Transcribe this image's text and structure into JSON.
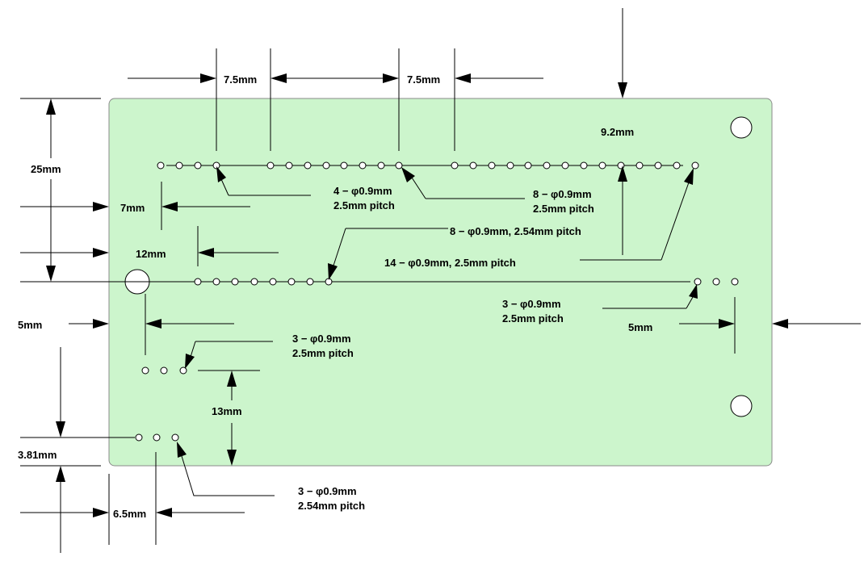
{
  "colors": {
    "board_fill": "#ccf5cc",
    "board_stroke": "#8a8a8a",
    "line": "#000000",
    "hole_fill": "#ffffff"
  },
  "labels": {
    "pitch_7_5_left": "7.5mm",
    "pitch_7_5_right": "7.5mm",
    "height_25": "25mm",
    "offset_9_2": "9.2mm",
    "offset_7": "7mm",
    "offset_12": "12mm",
    "offset_5_left": "5mm",
    "offset_5_right": "5mm",
    "offset_13": "13mm",
    "offset_3_81": "3.81mm",
    "offset_6_5": "6.5mm",
    "holes_4_line1": "4 − φ0.9mm",
    "holes_4_line2": "2.5mm pitch",
    "holes_8a_line1": "8 − φ0.9mm",
    "holes_8a_line2": "2.5mm pitch",
    "holes_8b": "8 − φ0.9mm, 2.54mm pitch",
    "holes_14": "14 − φ0.9mm, 2.5mm pitch",
    "holes_3r_line1": "3 − φ0.9mm",
    "holes_3r_line2": "2.5mm pitch",
    "holes_3m_line1": "3 − φ0.9mm",
    "holes_3m_line2": "2.5mm pitch",
    "holes_3b_line1": "3 − φ0.9mm",
    "holes_3b_line2": "2.54mm pitch"
  }
}
